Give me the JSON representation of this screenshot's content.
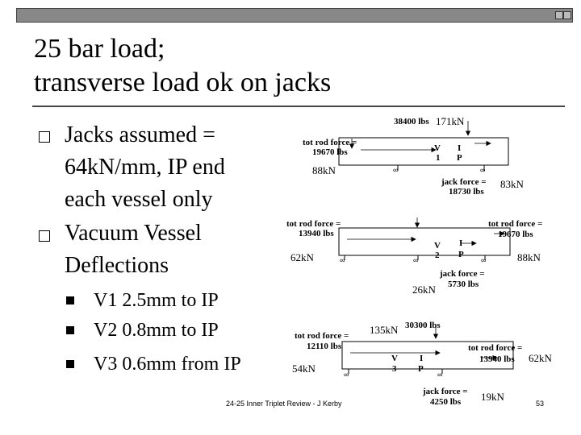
{
  "slide": {
    "title_line1": "25 bar load;",
    "title_line2": "transverse load ok on jacks",
    "bullets": [
      {
        "line1": "Jacks assumed =",
        "line2": "64kN/mm, IP end",
        "line3": "each vessel only"
      },
      {
        "line1": "Vacuum Vessel",
        "line2": "Deflections"
      }
    ],
    "subbullets": [
      "V1 2.5mm to IP",
      "V2 0.8mm to IP",
      "V3 0.6mm from IP"
    ],
    "footer": "24-25 Inner Triplet Review - J Kerby",
    "page_number": "53"
  },
  "diagram1": {
    "top_load": "38400 lbs",
    "top_load_kn": "171kN",
    "left_force_line1": "tot rod force =",
    "left_force_line2": "19670 lbs",
    "left_kn": "88kN",
    "v_label_1": "V",
    "v_label_2": "1",
    "ip_label_1": "I",
    "ip_label_2": "P",
    "jack_line1": "jack force =",
    "jack_line2": "18730 lbs",
    "jack_kn": "83kN"
  },
  "diagram2": {
    "left_force_line1": "tot rod force =",
    "left_force_line2": "13940 lbs",
    "left_kn": "62kN",
    "right_force_line1": "tot rod force =",
    "right_force_line2": "19670 lbs",
    "right_kn": "88kN",
    "v_label_1": "V",
    "v_label_2": "2",
    "ip_label_1": "I",
    "ip_label_2": "P",
    "jack_line1": "jack force =",
    "jack_line2": "5730 lbs",
    "jack_kn": "26kN"
  },
  "diagram3": {
    "top_load": "30300 lbs",
    "top_load_kn": "135kN",
    "left_force_line1": "tot rod force =",
    "left_force_line2": "12110 lbs",
    "left_kn": "54kN",
    "right_force_line1": "tot rod force =",
    "right_force_line2": "13940 lbs",
    "right_kn": "62kN",
    "v_label_1": "V",
    "v_label_2": "3",
    "ip_label_1": "I",
    "ip_label_2": "P",
    "jack_line1": "jack force =",
    "jack_line2": "4250 lbs",
    "jack_kn": "19kN"
  }
}
